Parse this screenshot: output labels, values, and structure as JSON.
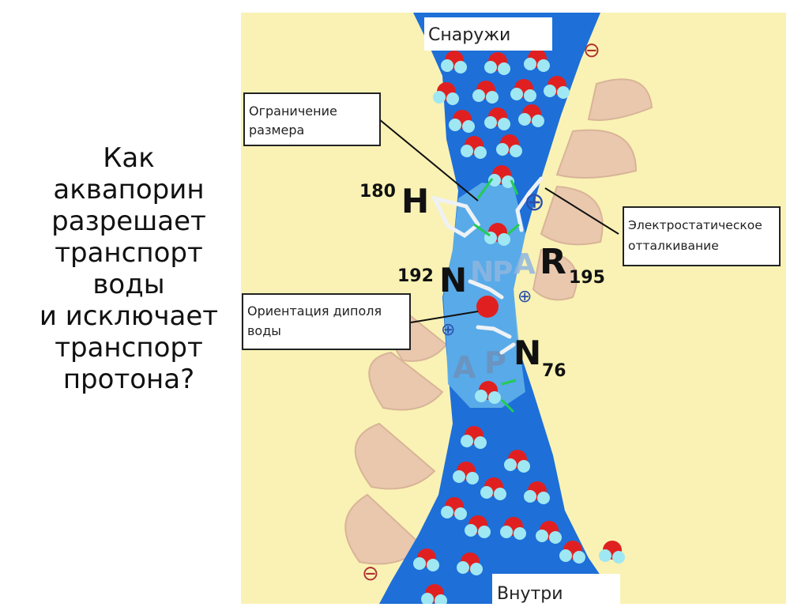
{
  "question": "Как\nаквапорин\nразрешает\nтранспорт\nводы\nи исключает\nтранспорт\nпротона?",
  "figure": {
    "top_label": "Снаружи",
    "bottom_label": "Внутри",
    "callouts": {
      "size": [
        "Ограничение",
        "размера"
      ],
      "electrostatic": [
        "Электростатическое",
        "отталкивание"
      ],
      "dipole": [
        "Ориентация диполя",
        "воды"
      ]
    },
    "residues": {
      "h180_num": "180",
      "h180_letter": "H",
      "n192_num": "192",
      "n192_letter": "N",
      "r195_letter": "R",
      "r195_num": "195",
      "n76_letter": "N",
      "n76_num": "76"
    },
    "motifs": {
      "upper": [
        "N",
        "P",
        "A"
      ],
      "lower": [
        "A",
        "P"
      ]
    },
    "charges": {
      "minus": "⊖",
      "plus": "⊕"
    },
    "colors": {
      "background": "#f9f2b4",
      "channel": "#1e6fd8",
      "constriction": "#5fb0ea",
      "helix": "#e8c4ae",
      "oxygen": "#e02020",
      "hydrogen": "#9fe7f2"
    }
  }
}
